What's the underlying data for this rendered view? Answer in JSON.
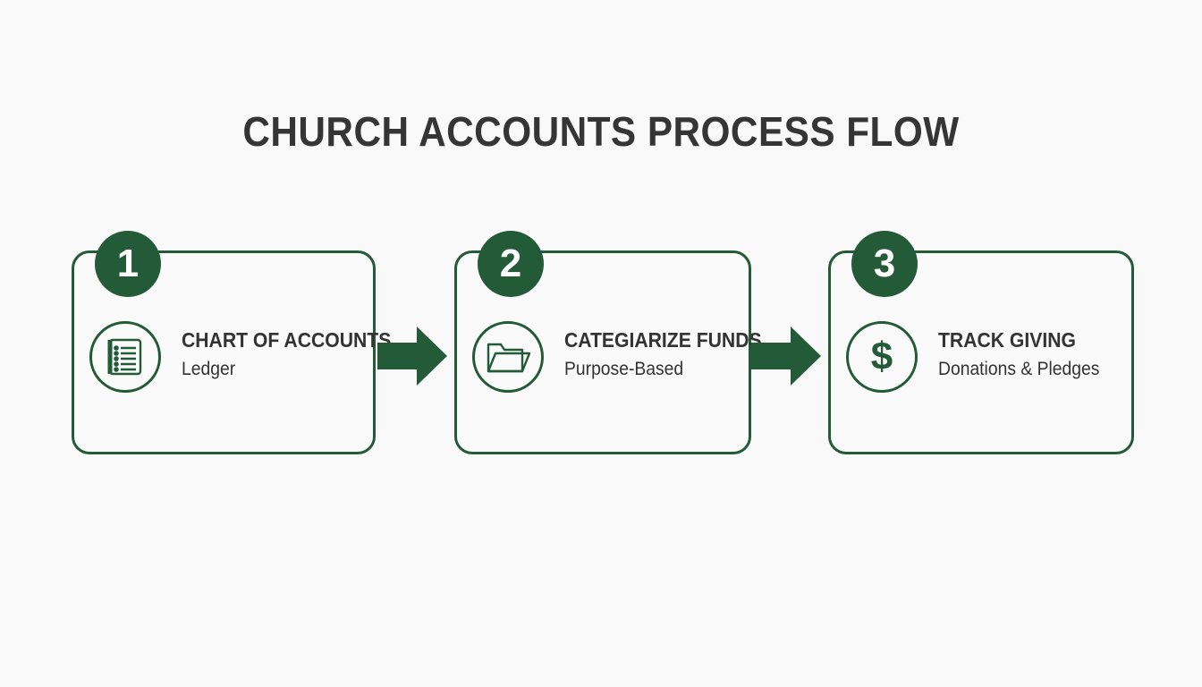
{
  "title": "CHURCH ACCOUNTS PROCESS FLOW",
  "colors": {
    "accent": "#235a37",
    "text": "#333333",
    "background": "#f8f9f8"
  },
  "steps": [
    {
      "number": "1",
      "title": "CHART OF ACCOUNTS",
      "subtitle": "Ledger",
      "icon": "ledger-list-icon"
    },
    {
      "number": "2",
      "title": "CATEGIARIZE FUNDS",
      "subtitle": "Purpose-Based",
      "icon": "folder-icon"
    },
    {
      "number": "3",
      "title": "TRACK GIVING",
      "subtitle": "Donations & Pledges",
      "icon": "dollar-icon",
      "icon_glyph": "$"
    }
  ]
}
